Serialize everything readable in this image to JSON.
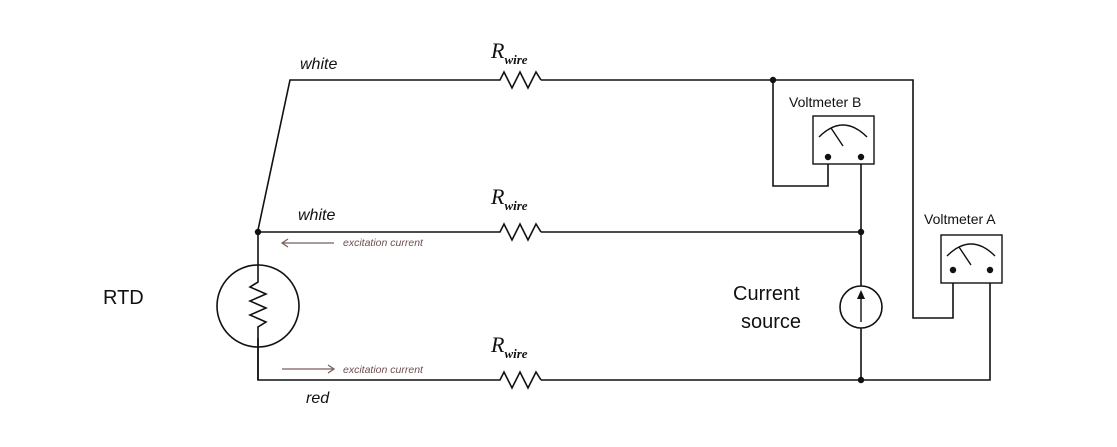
{
  "labels": {
    "rtd": "RTD",
    "current_source_line1": "Current",
    "current_source_line2": "source",
    "voltmeter_b": "Voltmeter B",
    "voltmeter_a": "Voltmeter A",
    "wire_top": "white",
    "wire_middle": "white",
    "wire_bottom": "red",
    "excitation_top": "excitation current",
    "excitation_bottom": "excitation current",
    "r_wire_main": "R",
    "r_wire_sub": "wire"
  },
  "colors": {
    "wire": "#111111",
    "excitation": "#7a5c5c"
  }
}
